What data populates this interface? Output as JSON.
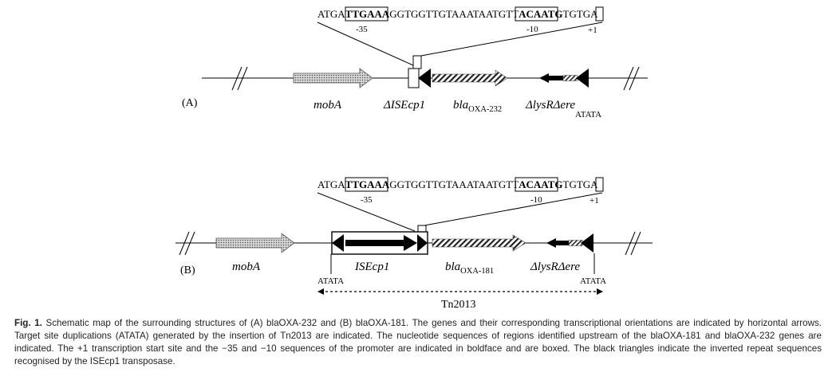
{
  "panels": [
    {
      "id": "A",
      "label": "(A)",
      "sequence": {
        "prefix": "ATGA",
        "box35": "TTGAAA",
        "middle": "GGTGGTTGTAAATAATGTT",
        "box10": "ACAATG",
        "suffix": "TGTGA",
        "label35": "-35",
        "label10": "-10",
        "label1": "+1"
      },
      "genes": {
        "mobA": "mobA",
        "is": "ΔISEcp1",
        "bla_base": "bla",
        "bla_sub": "OXA-232",
        "lysr": "ΔlysRΔere"
      },
      "tsd_right": "ATATA"
    },
    {
      "id": "B",
      "label": "(B)",
      "sequence": {
        "prefix": "ATGA",
        "box35": "TTGAAA",
        "middle": "GGTGGTTGTAAATAATGTT",
        "box10": "ACAATG",
        "suffix": "TGTGA",
        "label35": "-35",
        "label10": "-10",
        "label1": "+1"
      },
      "genes": {
        "mobA": "mobA",
        "is": "ISEcp1",
        "bla_base": "bla",
        "bla_sub": "OXA-181",
        "lysr": "ΔlysRΔere"
      },
      "tsd_left": "ATATA",
      "tsd_right": "ATATA",
      "transposon": "Tn2013"
    }
  ],
  "caption": {
    "fig_label": "Fig. 1.",
    "text": "Schematic map of the surrounding structures of (A) blaOXA-232 and (B) blaOXA-181. The genes and their corresponding transcriptional orientations are indicated by horizontal arrows. Target site duplications (ATATA) generated by the insertion of Tn2013 are indicated. The nucleotide sequences of regions identified upstream of the blaOXA-181 and blaOXA-232 genes are indicated. The +1 transcription start site and the −35 and −10 sequences of the promoter are indicated in boldface and are boxed. The black triangles indicate the inverted repeat sequences recognised by the ISEcp1 transposase."
  },
  "colors": {
    "ink": "#000000",
    "caption_text": "#222222"
  }
}
